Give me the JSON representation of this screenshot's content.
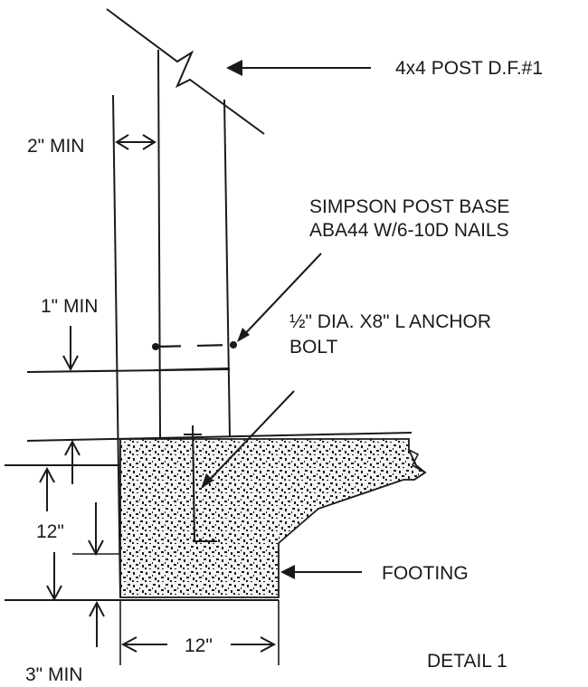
{
  "labels": {
    "post": "4x4 POST D.F.#1",
    "min2": "2\" MIN",
    "post_base_line1": "SIMPSON POST BASE",
    "post_base_line2": "ABA44 W/6-10D NAILS",
    "min1": "1\" MIN",
    "bolt_line1": "½\" DIA. X8\" L ANCHOR",
    "bolt_line2": "BOLT",
    "depth": "12\"",
    "footing": "FOOTING",
    "width": "12\"",
    "min3": "3\" MIN",
    "detail": "DETAIL 1"
  },
  "colors": {
    "ink": "#1a1a1a",
    "concrete_fill": "#f4f4f4"
  }
}
